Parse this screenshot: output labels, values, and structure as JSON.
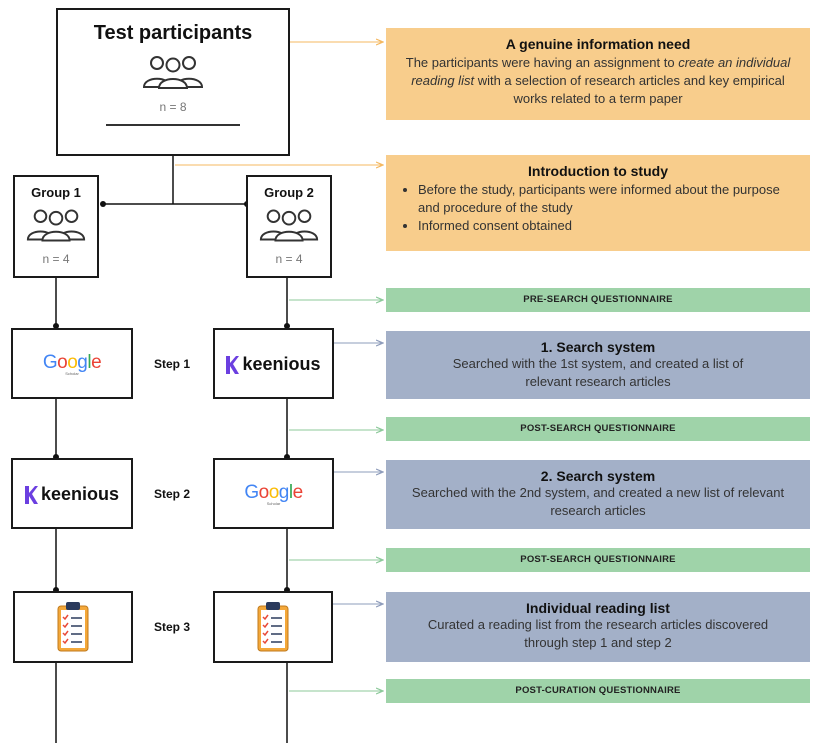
{
  "participants": {
    "title": "Test participants",
    "n": "n = 8",
    "icon": "people-icon"
  },
  "group1": {
    "title": "Group 1",
    "n": "n = 4",
    "icon": "people-icon"
  },
  "group2": {
    "title": "Group 2",
    "n": "n = 4",
    "icon": "people-icon"
  },
  "steps": {
    "step1": "Step 1",
    "step2": "Step 2",
    "step3": "Step 3"
  },
  "logos": {
    "google": [
      "G",
      "o",
      "o",
      "g",
      "l",
      "e"
    ],
    "google_sub": "Scholar",
    "keenious": "keenious"
  },
  "google_colors": [
    "#4285F4",
    "#EA4335",
    "#FBBC05",
    "#4285F4",
    "#34A853",
    "#EA4335"
  ],
  "info_need": {
    "title": "A genuine information need",
    "text_before": "The participants were having an assignment to ",
    "text_italic": "create an individual reading list",
    "text_after": " with a selection of research articles and key empirical works related to a term paper"
  },
  "intro": {
    "title": "Introduction to study",
    "bullets": [
      "Before the study, participants were informed about the purpose and procedure of the study",
      "Informed consent obtained"
    ]
  },
  "questionnaires": {
    "pre_search": "PRE-SEARCH QUESTIONNAIRE",
    "post_search_1": "POST-SEARCH QUESTIONNAIRE",
    "post_search_2": "POST-SEARCH QUESTIONNAIRE",
    "post_curation": "POST-CURATION QUESTIONNAIRE"
  },
  "search1": {
    "title": "1. Search system",
    "text": "Searched with the 1st system, and created a list of relevant research articles"
  },
  "search2": {
    "title": "2. Search system",
    "text": "Searched with the 2nd system, and created a new list of relevant research articles"
  },
  "reading_list": {
    "title": "Individual reading list",
    "text": "Curated a reading list from the research articles discovered through step 1 and step 2",
    "icon": "clipboard-icon"
  },
  "colors": {
    "orange": "#f8cd8c",
    "green": "#9fd3a9",
    "blue": "#a3b0c8",
    "connector_orange": "#f4b860",
    "connector_green": "#8cc99a",
    "connector_blue": "#8e9cbb"
  }
}
